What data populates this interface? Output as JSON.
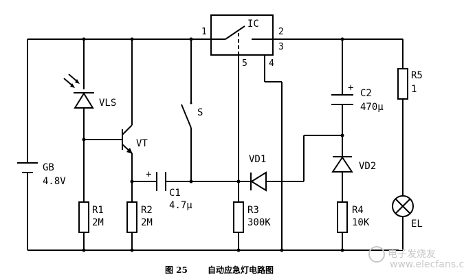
{
  "ic": {
    "label": "IC",
    "pin1": "1",
    "pin2": "2",
    "pin3": "3",
    "pin4": "4",
    "pin5": "5"
  },
  "components": {
    "vls": {
      "label": "VLS"
    },
    "vt": {
      "label": "VT"
    },
    "s": {
      "label": "S"
    },
    "gb": {
      "label": "GB",
      "value": "4.8V"
    },
    "c1": {
      "label": "C1",
      "value": "4.7μ",
      "pol": "+"
    },
    "r1": {
      "label": "R1",
      "value": "2M"
    },
    "r2": {
      "label": "R2",
      "value": "2M"
    },
    "r3": {
      "label": "R3",
      "value": "300K"
    },
    "vd1": {
      "label": "VD1"
    },
    "c2": {
      "label": "C2",
      "value": "470μ",
      "pol": "+"
    },
    "vd2": {
      "label": "VD2"
    },
    "r4": {
      "label": "R4",
      "value": "10K"
    },
    "r5": {
      "label": "R5",
      "value": "1"
    },
    "el": {
      "label": "EL"
    }
  },
  "caption": {
    "number": "图 25",
    "title": "自动应急灯电路图"
  },
  "watermark": "电子发烧友",
  "watermark_url": "www.elecfans.com"
}
